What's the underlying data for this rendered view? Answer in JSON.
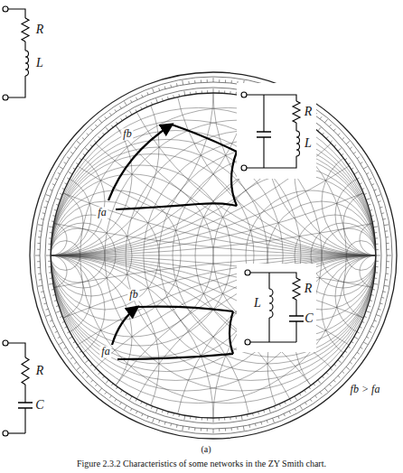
{
  "diagram": {
    "caption": "Figure 2.3.2 Characteristics of some networks in the ZY Smith chart.",
    "labels": [
      "R",
      "L",
      "R",
      "L",
      "L",
      "R",
      "C",
      "fb",
      "fa",
      "fb",
      "fa",
      "R",
      "C",
      "fb > fa",
      "(a)"
    ]
  }
}
